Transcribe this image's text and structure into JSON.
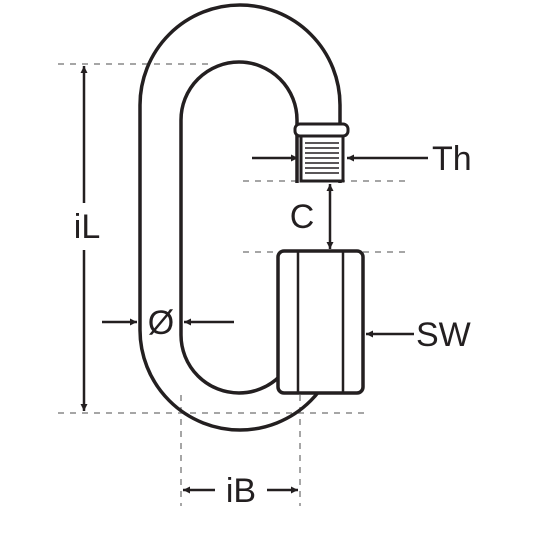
{
  "diagram": {
    "subject": "quick link",
    "labels": {
      "inner_length": "iL",
      "inner_width": "iB",
      "diameter": "Ø",
      "thread": "Th",
      "gap": "C",
      "spanner_width": "SW"
    },
    "colors": {
      "stroke": "#231f20",
      "fill": "#ffffff",
      "dash": "#888888"
    }
  }
}
